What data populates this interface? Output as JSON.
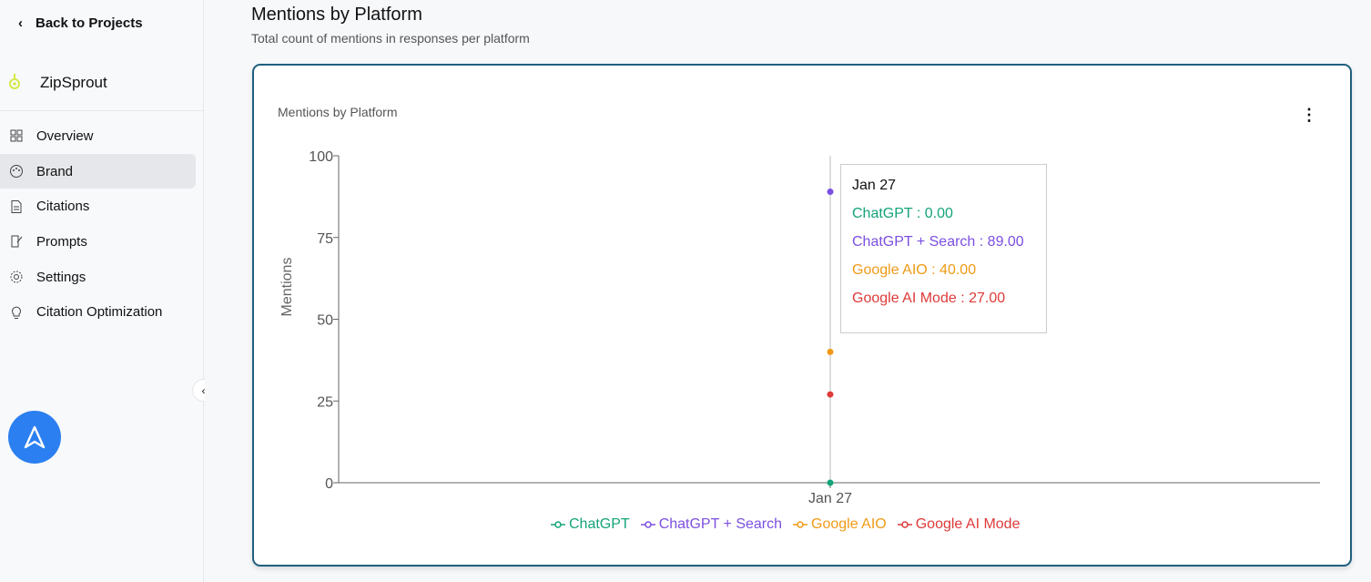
{
  "sidebar": {
    "back_label": "Back to Projects",
    "project_name": "ZipSprout",
    "items": [
      {
        "label": "Overview",
        "icon": "grid-icon"
      },
      {
        "label": "Brand",
        "icon": "palette-icon",
        "active": true
      },
      {
        "label": "Citations",
        "icon": "document-icon"
      },
      {
        "label": "Prompts",
        "icon": "notebook-pen-icon"
      },
      {
        "label": "Settings",
        "icon": "gear-icon"
      },
      {
        "label": "Citation Optimization",
        "icon": "lightbulb-icon"
      }
    ]
  },
  "header": {
    "title": "Mentions by Platform",
    "subtitle": "Total count of mentions in responses per platform"
  },
  "card": {
    "title": "Mentions by Platform"
  },
  "tooltip": {
    "date": "Jan 27",
    "rows": [
      "ChatGPT : 0.00",
      "ChatGPT + Search : 89.00",
      "Google AIO : 40.00",
      "Google AI Mode : 27.00"
    ]
  },
  "chart_data": {
    "type": "line",
    "title": "Mentions by Platform",
    "ylabel": "Mentions",
    "xlabel": "",
    "categories": [
      "Jan 27"
    ],
    "ylim": [
      0,
      100
    ],
    "yticks": [
      0,
      25,
      50,
      75,
      100
    ],
    "legend": "bottom",
    "series": [
      {
        "name": "ChatGPT",
        "values": [
          0
        ],
        "color": "#14a37a"
      },
      {
        "name": "ChatGPT + Search",
        "values": [
          89
        ],
        "color": "#7b4fe0"
      },
      {
        "name": "Google AIO",
        "values": [
          40
        ],
        "color": "#f09a16"
      },
      {
        "name": "Google AI Mode",
        "values": [
          27
        ],
        "color": "#de3a3a"
      }
    ]
  }
}
